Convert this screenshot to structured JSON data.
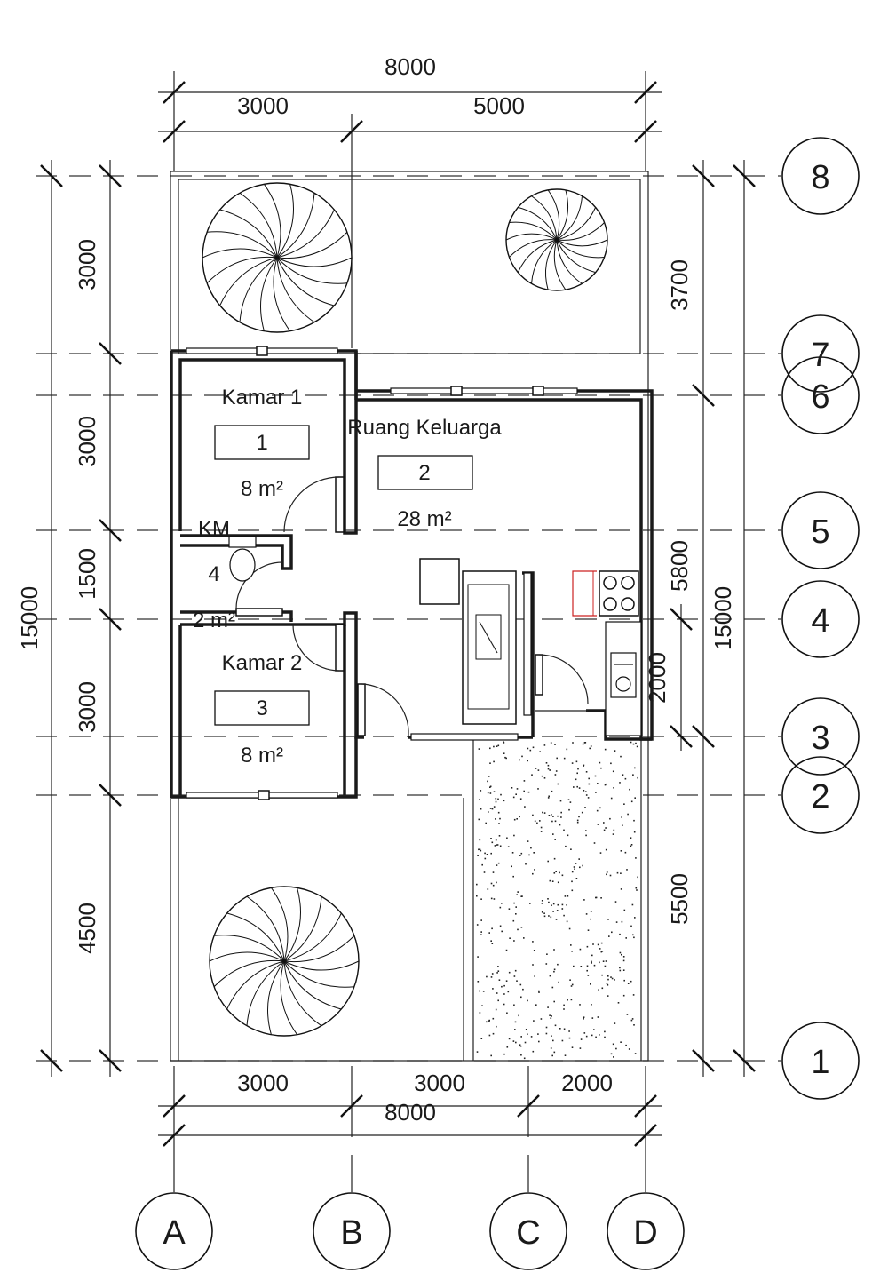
{
  "dimensions": {
    "top_total": "8000",
    "top_a_b": "3000",
    "top_b_d": "5000",
    "bottom_a_b": "3000",
    "bottom_b_c": "3000",
    "bottom_c_d": "2000",
    "bottom_total": "8000",
    "left_8_7": "3000",
    "left_7_5": "3000",
    "left_5_4": "1500",
    "left_4_2": "3000",
    "left_2_1": "4500",
    "left_total": "15000",
    "right_8_6": "3700",
    "right_6_3": "5800",
    "right_4_3": "2000",
    "right_2_1": "5500",
    "right_total": "15000"
  },
  "grid_rows": [
    "8",
    "7",
    "6",
    "5",
    "4",
    "3",
    "2",
    "1"
  ],
  "grid_cols": [
    "A",
    "B",
    "C",
    "D"
  ],
  "rooms": [
    {
      "name": "Kamar 1",
      "number": "1",
      "area": "8 m²"
    },
    {
      "name": "Ruang Keluarga",
      "number": "2",
      "area": "28 m²"
    },
    {
      "name": "Kamar 2",
      "number": "3",
      "area": "8 m²"
    },
    {
      "name": "KM",
      "number": "4",
      "area": "2 m²"
    }
  ]
}
